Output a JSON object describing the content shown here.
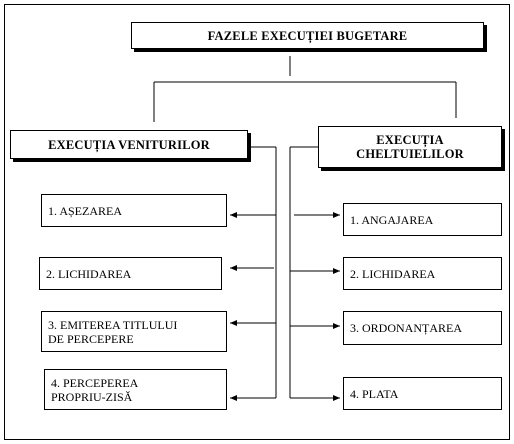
{
  "diagram": {
    "root": {
      "label": "FAZELE EXECUȚIEI BUGETARE"
    },
    "branches": [
      {
        "id": "venituri",
        "label": "EXECUȚIA VENITURILOR",
        "steps": [
          {
            "label": "1. AȘEZAREA"
          },
          {
            "label": "2. LICHIDAREA"
          },
          {
            "label": "3. EMITEREA TITLULUI\nDE PERCEPERE"
          },
          {
            "label": "4. PERCEPEREA\nPROPRIU-ZISĂ"
          }
        ]
      },
      {
        "id": "cheltuieli",
        "label": "EXECUȚIA\nCHELTUIELILOR",
        "steps": [
          {
            "label": "1. ANGAJAREA"
          },
          {
            "label": "2. LICHIDAREA"
          },
          {
            "label": "3. ORDONANȚAREA"
          },
          {
            "label": "4. PLATA"
          }
        ]
      }
    ]
  }
}
